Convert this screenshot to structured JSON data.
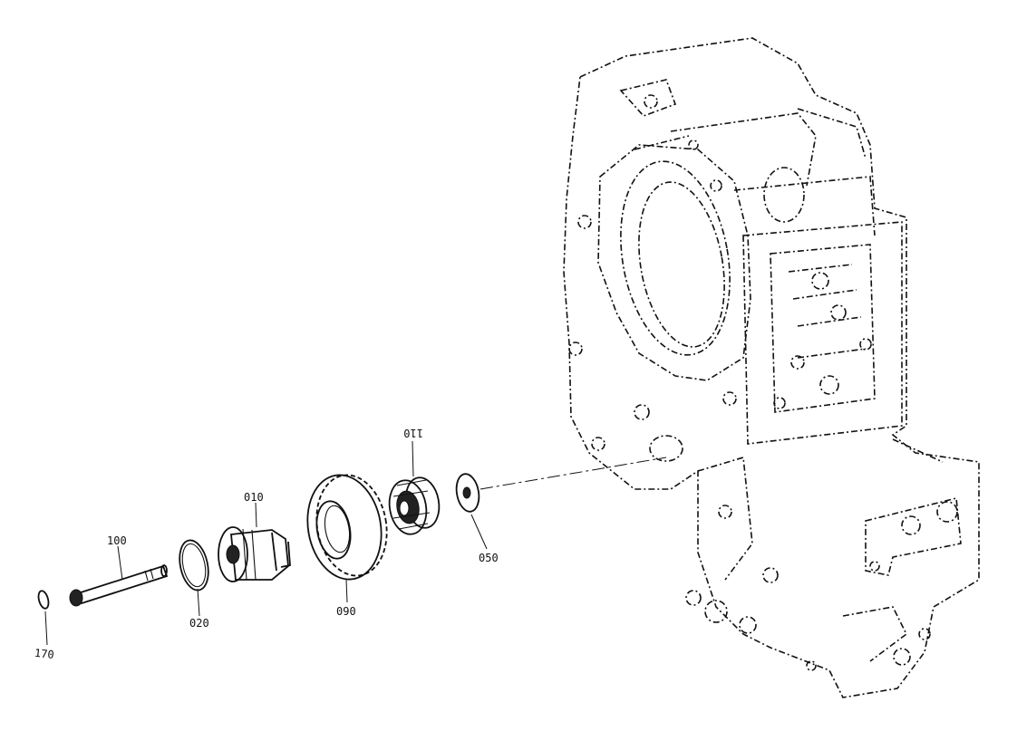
{
  "parts": [
    {
      "id": "170",
      "label": "170"
    },
    {
      "id": "100",
      "label": "100"
    },
    {
      "id": "020",
      "label": "020"
    },
    {
      "id": "010",
      "label": "010"
    },
    {
      "id": "090",
      "label": "090"
    },
    {
      "id": "110",
      "label": "110"
    },
    {
      "id": "050",
      "label": "050"
    }
  ]
}
